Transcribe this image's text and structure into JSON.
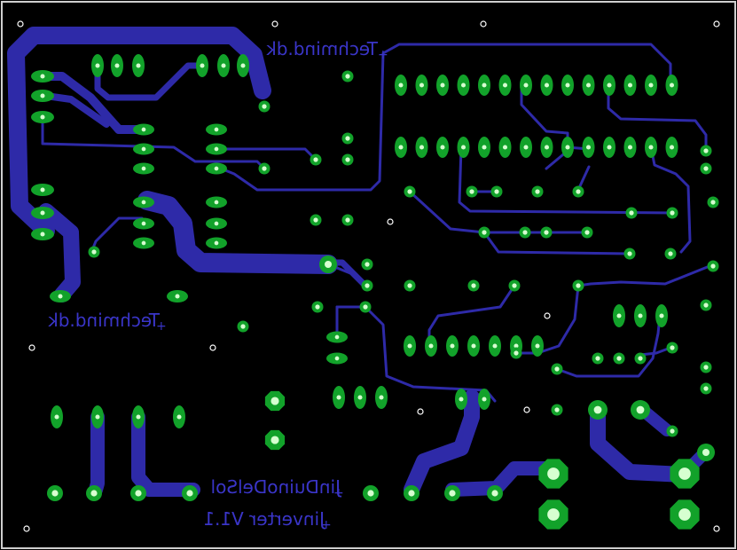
{
  "colors": {
    "background": "#000000",
    "outline": "#cfcfcf",
    "copper": "#2e2aa8",
    "pad": "#12a22a",
    "drill": "#d6ffd0",
    "silkscreen": "#3a35c8"
  },
  "labels": {
    "brand_top": "Techmind.dk",
    "brand_left": "Techmind.dk",
    "project_name": "JinDuinoDelSol",
    "project_version": "Jinverter V1.1"
  }
}
